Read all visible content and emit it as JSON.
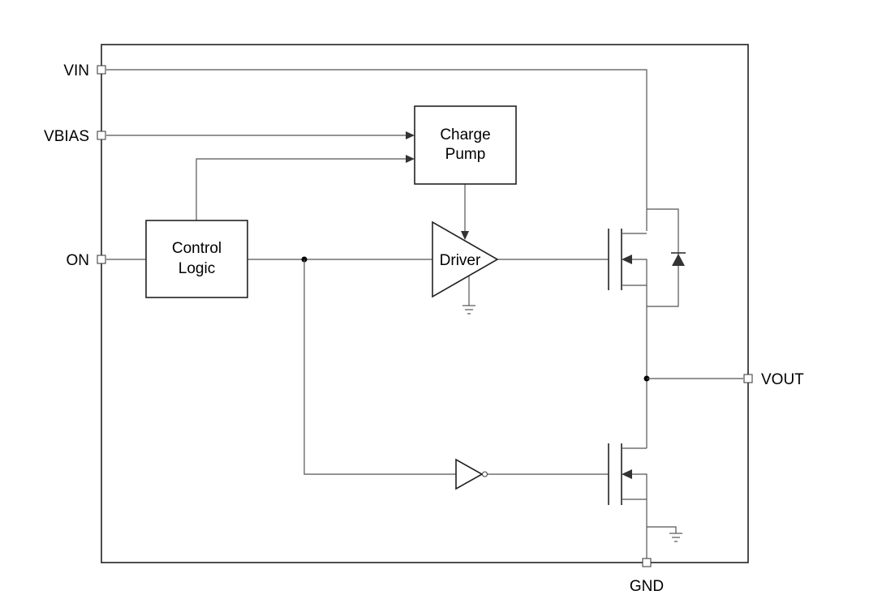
{
  "pins": {
    "vin": "VIN",
    "vbias": "VBIAS",
    "on": "ON",
    "vout": "VOUT",
    "gnd": "GND"
  },
  "blocks": {
    "charge_pump": {
      "line1": "Charge",
      "line2": "Pump"
    },
    "control_logic": {
      "line1": "Control",
      "line2": "Logic"
    },
    "driver": "Driver"
  }
}
